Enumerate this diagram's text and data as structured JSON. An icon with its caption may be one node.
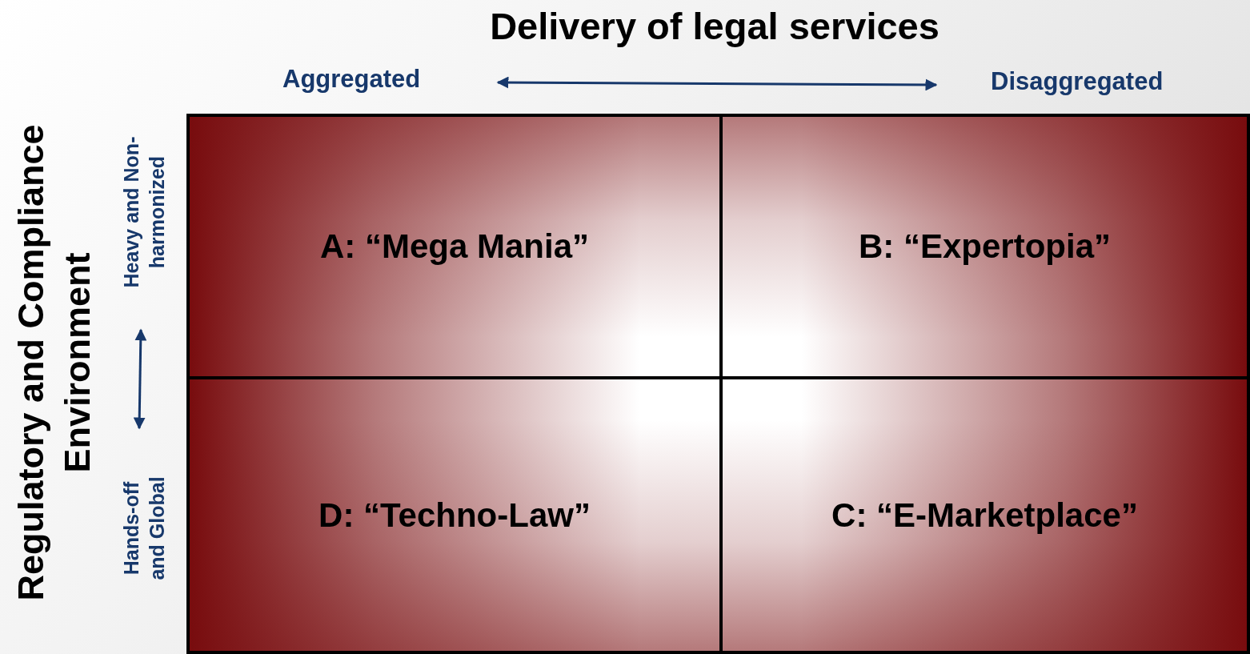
{
  "diagram": {
    "title": "Delivery of legal services",
    "nodes": [
      {
        "text": [
          "A: “Mega Mania”"
        ]
      },
      {
        "text": [
          "B: “Expertopia”"
        ]
      },
      {
        "text": [
          "D: “Techno-Law”"
        ]
      },
      {
        "text": [
          "C: “E-Marketplace”"
        ]
      }
    ],
    "edges": [],
    "labels": [
      "Aggregated",
      "Disaggregated",
      "Regulatory and Compliance Environment",
      "Heavy and Non-harmonized",
      "Hands-off and Global"
    ]
  }
}
